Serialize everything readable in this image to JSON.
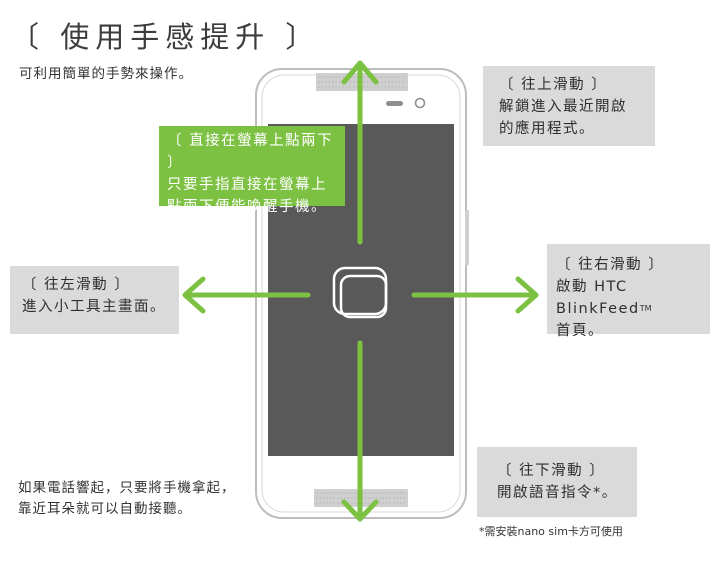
{
  "title": "〔 使用手感提升 〕",
  "subtitle": "可利用簡單的手勢來操作。",
  "gestures": {
    "tap": {
      "head": "〔 直接在螢幕上點兩下 〕",
      "body": "只要手指直接在螢幕上\n點兩下便能喚醒手機。"
    },
    "up": {
      "head": "〔 往上滑動 〕",
      "body": "解鎖進入最近開啟\n的應用程式。"
    },
    "left": {
      "head": "〔 往左滑動 〕",
      "body": "進入小工具主畫面。"
    },
    "right": {
      "head": "〔 往右滑動 〕",
      "body_line1": "啟動 HTC BlinkFeed",
      "trademark": "TM",
      "body_line2": "首頁。"
    },
    "down": {
      "head": "〔 往下滑動 〕",
      "body": "開啟語音指令*。"
    }
  },
  "pickup_note": "如果電話響起，只要將手機拿起，\n靠近耳朵就可以自動接聽。",
  "footnote": "*需安裝nano sim卡方可使用",
  "colors": {
    "arrow": "#7dc143",
    "callout_bg": "#dadada",
    "tap_bg": "#7dc143",
    "screen": "#595959"
  }
}
